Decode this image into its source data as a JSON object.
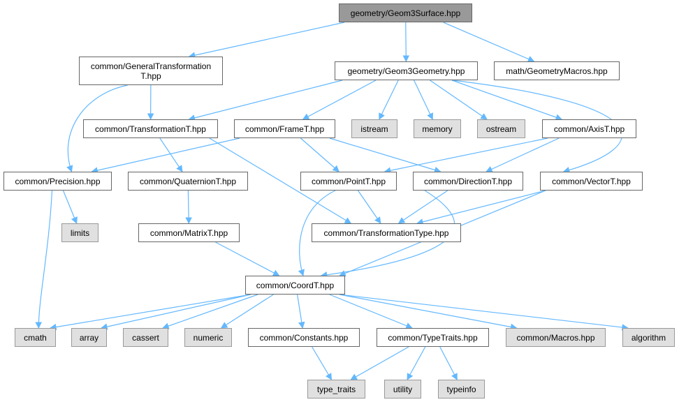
{
  "diagram": {
    "type": "include-dependency-graph",
    "edge_color": "#63b8ff",
    "colors": {
      "root_fill": "#999999",
      "file_fill": "#ffffff",
      "system_fill": "#e0e0e0",
      "border": "#666666"
    },
    "nodes": [
      {
        "id": "geom3surface",
        "label": "geometry/Geom3Surface.hpp",
        "kind": "root"
      },
      {
        "id": "generaltransformation",
        "label": "common/GeneralTransformation\nT.hpp",
        "kind": "file"
      },
      {
        "id": "geom3geometry",
        "label": "geometry/Geom3Geometry.hpp",
        "kind": "file"
      },
      {
        "id": "geometrymacros",
        "label": "math/GeometryMacros.hpp",
        "kind": "file"
      },
      {
        "id": "transformationt",
        "label": "common/TransformationT.hpp",
        "kind": "file"
      },
      {
        "id": "framet",
        "label": "common/FrameT.hpp",
        "kind": "file"
      },
      {
        "id": "istream",
        "label": "istream",
        "kind": "system"
      },
      {
        "id": "memory",
        "label": "memory",
        "kind": "system"
      },
      {
        "id": "ostream",
        "label": "ostream",
        "kind": "system"
      },
      {
        "id": "axist",
        "label": "common/AxisT.hpp",
        "kind": "file"
      },
      {
        "id": "precision",
        "label": "common/Precision.hpp",
        "kind": "file"
      },
      {
        "id": "quaterniont",
        "label": "common/QuaternionT.hpp",
        "kind": "file"
      },
      {
        "id": "pointt",
        "label": "common/PointT.hpp",
        "kind": "file"
      },
      {
        "id": "directiont",
        "label": "common/DirectionT.hpp",
        "kind": "file"
      },
      {
        "id": "vectort",
        "label": "common/VectorT.hpp",
        "kind": "file"
      },
      {
        "id": "limits",
        "label": "limits",
        "kind": "system"
      },
      {
        "id": "matrixt",
        "label": "common/MatrixT.hpp",
        "kind": "file"
      },
      {
        "id": "transformationtype",
        "label": "common/TransformationType.hpp",
        "kind": "file"
      },
      {
        "id": "coordt",
        "label": "common/CoordT.hpp",
        "kind": "file"
      },
      {
        "id": "cmath",
        "label": "cmath",
        "kind": "system"
      },
      {
        "id": "array",
        "label": "array",
        "kind": "system"
      },
      {
        "id": "cassert",
        "label": "cassert",
        "kind": "system"
      },
      {
        "id": "numeric",
        "label": "numeric",
        "kind": "system"
      },
      {
        "id": "constants",
        "label": "common/Constants.hpp",
        "kind": "file"
      },
      {
        "id": "typetraits",
        "label": "common/TypeTraits.hpp",
        "kind": "file"
      },
      {
        "id": "macros",
        "label": "common/Macros.hpp",
        "kind": "system"
      },
      {
        "id": "algorithm",
        "label": "algorithm",
        "kind": "system"
      },
      {
        "id": "type_traits",
        "label": "type_traits",
        "kind": "system"
      },
      {
        "id": "utility",
        "label": "utility",
        "kind": "system"
      },
      {
        "id": "typeinfo",
        "label": "typeinfo",
        "kind": "system"
      }
    ],
    "edges": [
      [
        "geom3surface",
        "generaltransformation"
      ],
      [
        "geom3surface",
        "geom3geometry"
      ],
      [
        "geom3surface",
        "geometrymacros"
      ],
      [
        "generaltransformation",
        "transformationt"
      ],
      [
        "generaltransformation",
        "precision"
      ],
      [
        "geom3geometry",
        "transformationt"
      ],
      [
        "geom3geometry",
        "framet"
      ],
      [
        "geom3geometry",
        "istream"
      ],
      [
        "geom3geometry",
        "memory"
      ],
      [
        "geom3geometry",
        "ostream"
      ],
      [
        "geom3geometry",
        "axist"
      ],
      [
        "geom3geometry",
        "vectort"
      ],
      [
        "transformationt",
        "quaterniont"
      ],
      [
        "transformationt",
        "transformationtype"
      ],
      [
        "framet",
        "precision"
      ],
      [
        "framet",
        "pointt"
      ],
      [
        "framet",
        "directiont"
      ],
      [
        "axist",
        "pointt"
      ],
      [
        "axist",
        "directiont"
      ],
      [
        "precision",
        "limits"
      ],
      [
        "precision",
        "cmath"
      ],
      [
        "quaterniont",
        "matrixt"
      ],
      [
        "pointt",
        "transformationtype"
      ],
      [
        "pointt",
        "coordt"
      ],
      [
        "directiont",
        "transformationtype"
      ],
      [
        "directiont",
        "coordt"
      ],
      [
        "vectort",
        "transformationtype"
      ],
      [
        "vectort",
        "coordt"
      ],
      [
        "matrixt",
        "coordt"
      ],
      [
        "coordt",
        "cmath"
      ],
      [
        "coordt",
        "array"
      ],
      [
        "coordt",
        "cassert"
      ],
      [
        "coordt",
        "numeric"
      ],
      [
        "coordt",
        "constants"
      ],
      [
        "coordt",
        "typetraits"
      ],
      [
        "coordt",
        "macros"
      ],
      [
        "coordt",
        "algorithm"
      ],
      [
        "constants",
        "type_traits"
      ],
      [
        "typetraits",
        "type_traits"
      ],
      [
        "typetraits",
        "utility"
      ],
      [
        "typetraits",
        "typeinfo"
      ]
    ]
  }
}
